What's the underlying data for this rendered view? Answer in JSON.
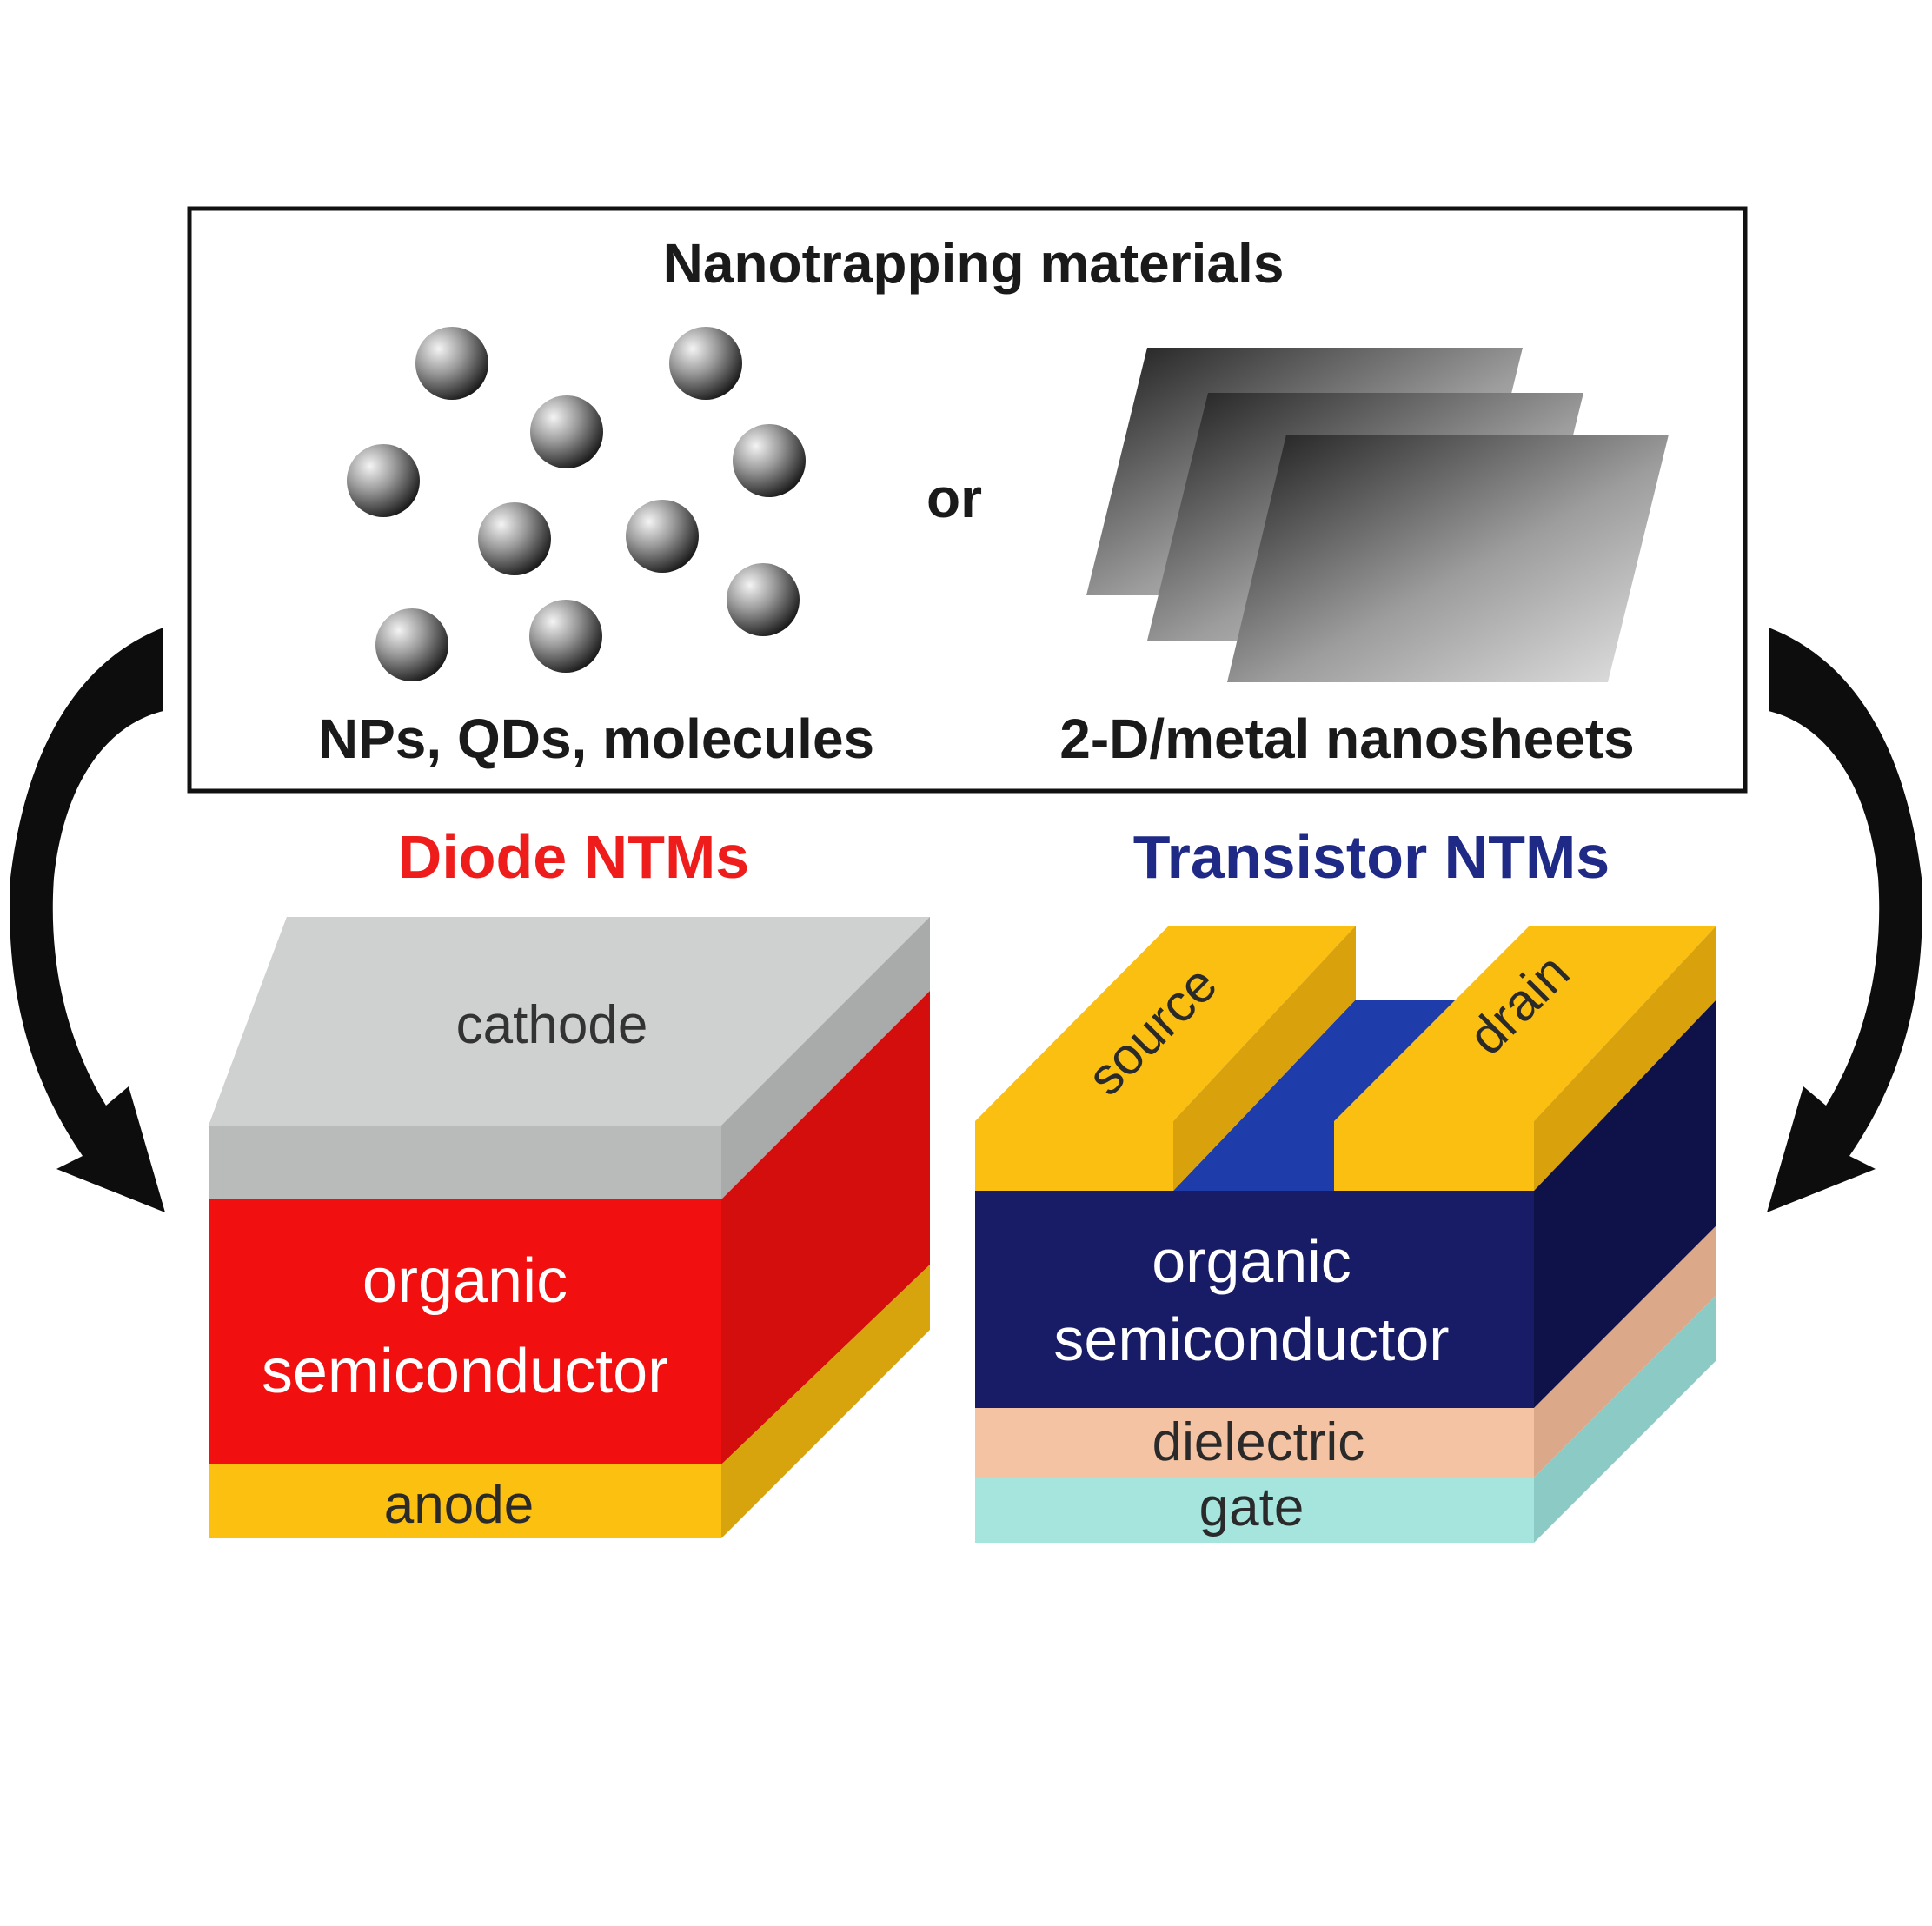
{
  "materials": {
    "title": "Nanotrapping materials",
    "or": "or",
    "particles_label": "NPs, QDs, molecules",
    "sheets_label": "2-D/metal nanosheets"
  },
  "diode": {
    "title": "Diode NTMs",
    "cathode": "cathode",
    "semi_line1": "organic",
    "semi_line2": "semiconductor",
    "anode": "anode"
  },
  "transistor": {
    "title": "Transistor NTMs",
    "source": "source",
    "drain": "drain",
    "semi_line1": "organic",
    "semi_line2": "semiconductor",
    "dielectric": "dielectric",
    "gate": "gate"
  },
  "colors": {
    "diode_title": "#ef1c1c",
    "transistor_title": "#1f2a86",
    "cathode": "#c7c9c9",
    "diode_semiconductor": "#f20f0f",
    "anode": "#fbc010",
    "electrode": "#fbbf12",
    "channel": "#1e3caa",
    "transistor_semiconductor": "#181b66",
    "dielectric": "#f4c3a3",
    "gate": "#a6e4de"
  }
}
